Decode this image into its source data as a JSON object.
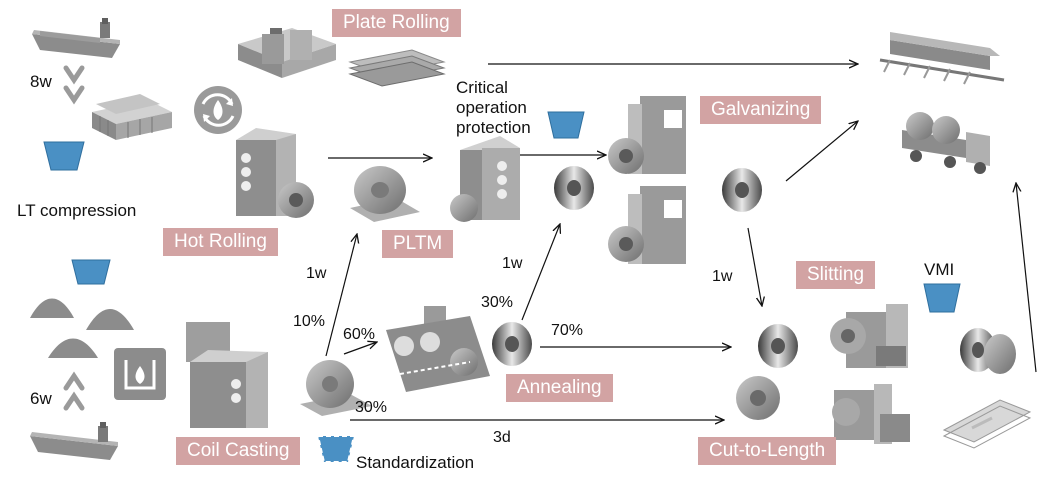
{
  "tags": {
    "plate_rolling": "Plate Rolling",
    "hot_rolling": "Hot Rolling",
    "pltm": "PLTM",
    "galvanizing": "Galvanizing",
    "slitting": "Slitting",
    "annealing": "Annealing",
    "coil_casting": "Coil Casting",
    "cut_to_length": "Cut-to-Length"
  },
  "texts": {
    "critical_line1": "Critical",
    "critical_line2": "operation",
    "critical_line3": "protection",
    "lt_compression": "LT compression",
    "standardization": "Standardization",
    "vmi": "VMI",
    "lead_8w": "8w",
    "lead_6w": "6w",
    "lead_1w_a": "1w",
    "lead_1w_b": "1w",
    "lead_1w_c": "1w",
    "pct_10": "10%",
    "pct_60": "60%",
    "pct_30_a": "30%",
    "pct_30_b": "30%",
    "pct_70": "70%",
    "lead_3d": "3d"
  },
  "colors": {
    "tag_bg": "#d2a3a3",
    "buffer_blue": "#4a90c4",
    "machine_grey": "#8a8a8a",
    "arrow": "#111111"
  },
  "icons": [
    "ship-icon",
    "ingot-stack-icon",
    "recycle-fire-icon",
    "rolling-mill-icon",
    "plate-stack-icon",
    "coil-icon",
    "train-icon",
    "truck-icon",
    "furnace-icon",
    "slitter-icon",
    "strip-sheet-icon"
  ]
}
